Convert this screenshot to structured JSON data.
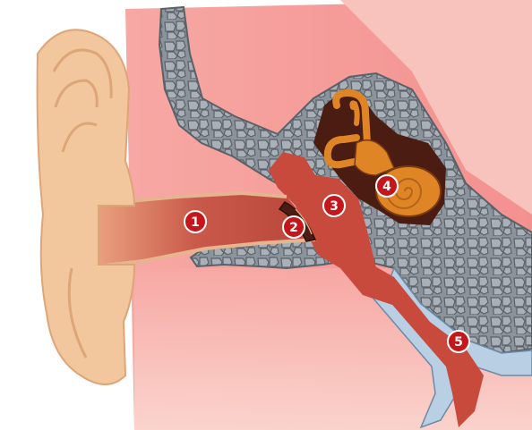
{
  "diagram": {
    "colors": {
      "skin": "#f2c79d",
      "skin_shadow": "#dda578",
      "soft_tissue": "#f7a8a4",
      "soft_tissue_light": "#fbd4cc",
      "canal": "#c9594a",
      "canal_dark": "#a8382f",
      "middle_ear": "#c84a3c",
      "bone": "#8b939c",
      "bone_cell": "#a9b0b8",
      "bone_outline": "#5b6168",
      "cochlea": "#e08526",
      "cochlea_dark": "#7a3b0d",
      "cavity_dark": "#4a1c12",
      "tube": "#b9cfe3",
      "marker_fill": "#c5161c",
      "marker_ring": "#ffffff"
    },
    "markers": [
      {
        "label": "1",
        "part": "outer-ear-canal"
      },
      {
        "label": "2",
        "part": "eardrum"
      },
      {
        "label": "3",
        "part": "middle-ear"
      },
      {
        "label": "4",
        "part": "inner-ear"
      },
      {
        "label": "5",
        "part": "eustachian-tube"
      }
    ]
  }
}
